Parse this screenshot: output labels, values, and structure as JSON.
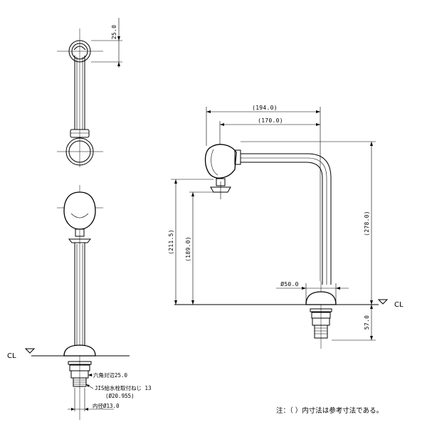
{
  "top_view": {
    "dim_top": "25.0"
  },
  "front_view": {
    "cl_label": "CL",
    "hex_label": "六角対辺25.0",
    "thread_label": "JIS給水栓取付ねじ 13",
    "thread_sub": "(Ø20.955)",
    "inner_label": "内径Ø13.0"
  },
  "side_view": {
    "dim_194": "(194.0)",
    "dim_170": "(170.0)",
    "dim_211": "(211.5)",
    "dim_189": "(189.0)",
    "dim_278": "(278.0)",
    "dim_50": "Ø50.0",
    "dim_57": "57.0",
    "cl_label": "CL"
  },
  "note": "注：（ ）内寸法は参考寸法である。"
}
